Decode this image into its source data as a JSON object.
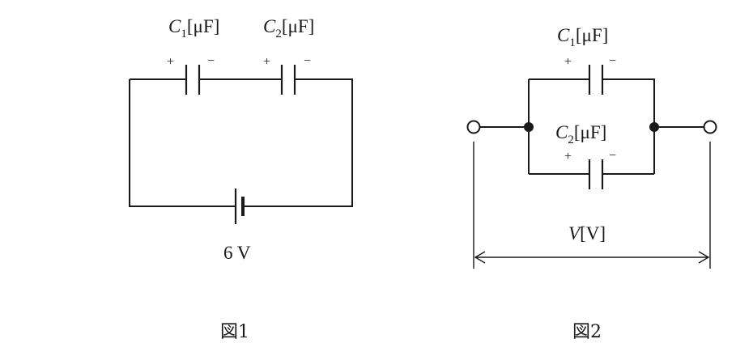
{
  "fig1": {
    "c1": {
      "symbol": "C",
      "index": "1",
      "unit": "[μF]",
      "plus": "+",
      "minus": "−"
    },
    "c2": {
      "symbol": "C",
      "index": "2",
      "unit": "[μF]",
      "plus": "+",
      "minus": "−"
    },
    "battery_label": "6 V",
    "caption": "図1"
  },
  "fig2": {
    "c1": {
      "symbol": "C",
      "index": "1",
      "unit": "[μF]",
      "plus": "+",
      "minus": "−"
    },
    "c2": {
      "symbol": "C",
      "index": "2",
      "unit": "[μF]",
      "plus": "+",
      "minus": "−"
    },
    "voltage": {
      "symbol": "V",
      "unit": "[V]"
    },
    "caption": "図2"
  }
}
